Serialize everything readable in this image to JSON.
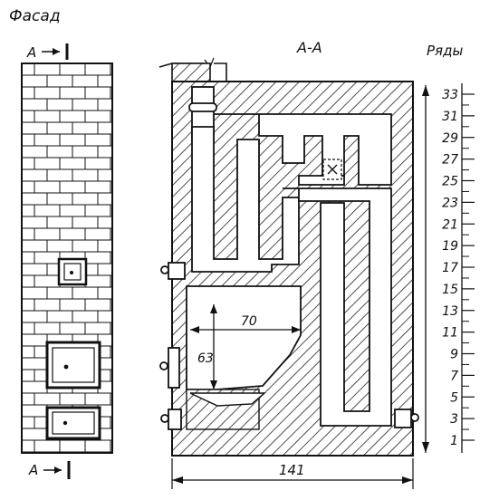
{
  "headings": {
    "facade": "Фасад",
    "section": "А-А",
    "rows": "Ряды"
  },
  "section_marks": {
    "top": "А",
    "bottom": "А"
  },
  "dimensions": {
    "width": "141",
    "firebox_width": "70",
    "firebox_height": "63"
  },
  "row_labels": [
    "33",
    "31",
    "29",
    "27",
    "25",
    "23",
    "21",
    "19",
    "17",
    "15",
    "13",
    "11",
    "9",
    "7",
    "5",
    "3",
    "1"
  ]
}
